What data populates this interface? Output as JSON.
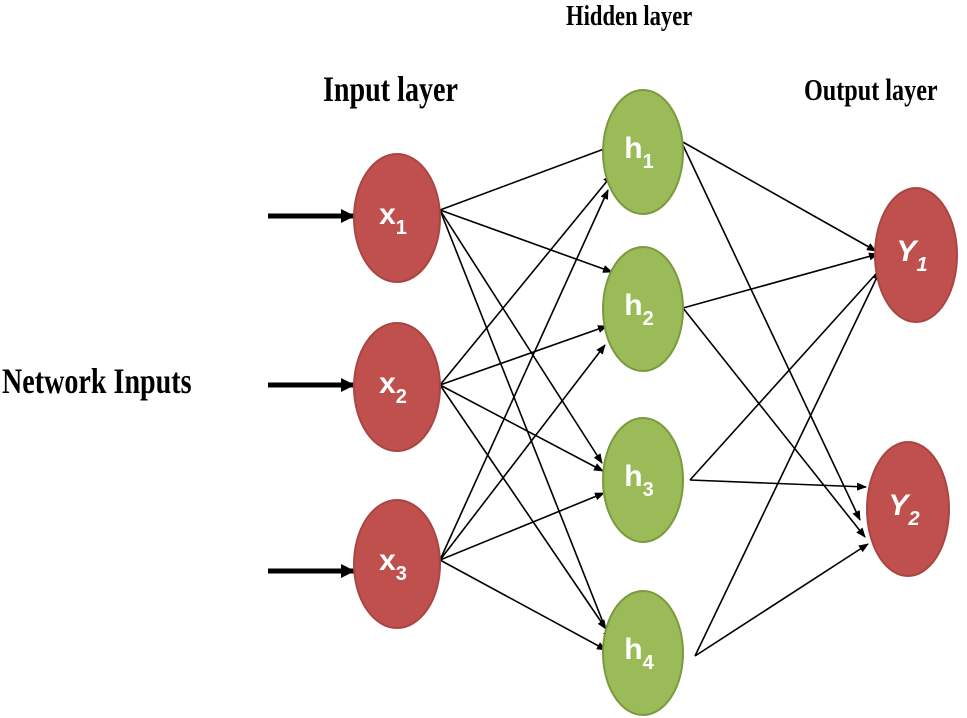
{
  "labels": {
    "network_inputs": "Network Inputs",
    "input_layer": "Input layer",
    "hidden_layer": "Hidden layer",
    "output_layer": "Output layer"
  },
  "colors": {
    "input_fill": "#c0504d",
    "input_stroke": "#a94643",
    "hidden_fill": "#9bbb59",
    "hidden_stroke": "#7a9a3e",
    "output_fill": "#c0504d",
    "output_stroke": "#a94643",
    "edge": "#000000"
  },
  "nodes": {
    "input": [
      {
        "id": "x1",
        "base": "x",
        "sub": "1"
      },
      {
        "id": "x2",
        "base": "x",
        "sub": "2"
      },
      {
        "id": "x3",
        "base": "x",
        "sub": "3"
      }
    ],
    "hidden": [
      {
        "id": "h1",
        "base": "h",
        "sub": "1"
      },
      {
        "id": "h2",
        "base": "h",
        "sub": "2"
      },
      {
        "id": "h3",
        "base": "h",
        "sub": "3"
      },
      {
        "id": "h4",
        "base": "h",
        "sub": "4"
      }
    ],
    "output": [
      {
        "id": "Y1",
        "base": "Y",
        "sub": "1"
      },
      {
        "id": "Y2",
        "base": "Y",
        "sub": "2"
      }
    ]
  },
  "edges": {
    "input_to_hidden": "fully-connected",
    "hidden_to_output": "fully-connected",
    "external_inputs": [
      "x1",
      "x2",
      "x3"
    ]
  }
}
